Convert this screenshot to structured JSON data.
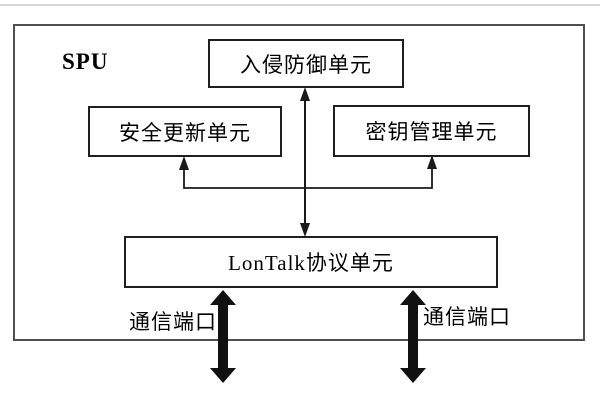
{
  "diagram": {
    "spu_label": "SPU",
    "units": {
      "intrusion": {
        "label": "入侵防御单元"
      },
      "update": {
        "label": "安全更新单元"
      },
      "key": {
        "label": "密钥管理单元"
      },
      "lontalk": {
        "label": "LonTalk协议单元"
      }
    },
    "ports": {
      "left": {
        "label": "通信端口"
      },
      "right": {
        "label": "通信端口"
      }
    },
    "connections": [
      "入侵防御单元 <-> LonTalk协议单元 (double-headed thin arrow)",
      "LonTalk协议单元 -> 安全更新单元 (branch arrow up)",
      "LonTalk协议单元 -> 密钥管理单元 (branch arrow up)",
      "LonTalk协议单元 <-> external left 通信端口 (thick double arrow)",
      "LonTalk协议单元 <-> external right 通信端口 (thick double arrow)"
    ],
    "colors": {
      "line": "#1a1a1a",
      "box_border": "#1f1f1f",
      "outer_border": "#4f4f4f",
      "background": "#ffffff",
      "text": "#000000"
    }
  }
}
